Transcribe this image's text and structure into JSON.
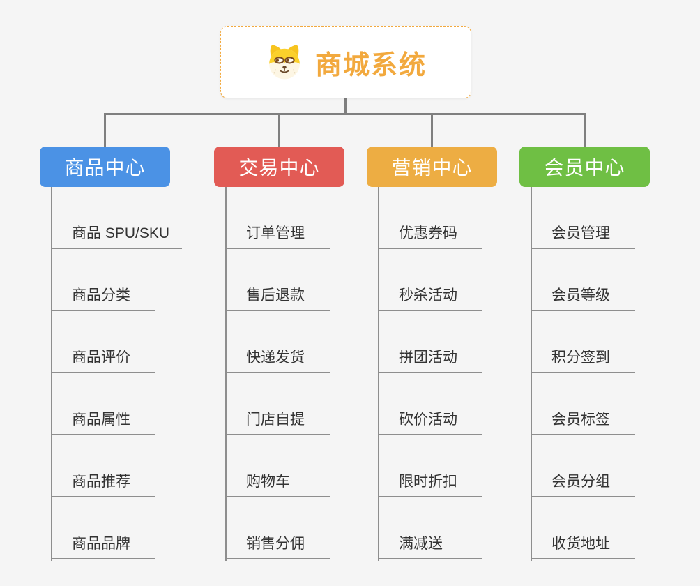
{
  "root": {
    "title": "商城系统",
    "icon": "shiba-dog-icon",
    "accent_color": "#f2a93e"
  },
  "branches": [
    {
      "label": "商品中心",
      "color": "#4b92e5",
      "children": [
        "商品 SPU/SKU",
        "商品分类",
        "商品评价",
        "商品属性",
        "商品推荐",
        "商品品牌"
      ]
    },
    {
      "label": "交易中心",
      "color": "#e25b55",
      "children": [
        "订单管理",
        "售后退款",
        "快递发货",
        "门店自提",
        "购物车",
        "销售分佣"
      ]
    },
    {
      "label": "营销中心",
      "color": "#edad43",
      "children": [
        "优惠券码",
        "秒杀活动",
        "拼团活动",
        "砍价活动",
        "限时折扣",
        "满减送"
      ]
    },
    {
      "label": "会员中心",
      "color": "#6fbf44",
      "children": [
        "会员管理",
        "会员等级",
        "积分签到",
        "会员标签",
        "会员分组",
        "收货地址"
      ]
    }
  ]
}
